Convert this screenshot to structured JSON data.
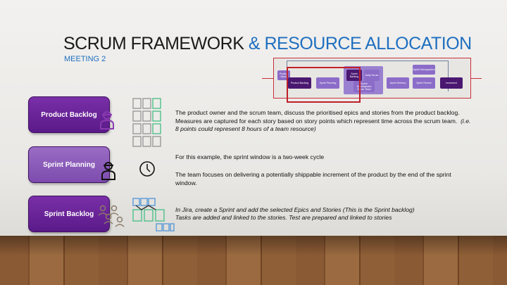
{
  "title": {
    "part1": "SCRUM FRAMEWORK ",
    "part2": "& RESOURCE ALLOCATION",
    "subtitle": "MEETING 2"
  },
  "diagram": {
    "labels": [
      "Product Vision",
      "Product Backlog",
      "Sprint Planning",
      "Sprint Backlog",
      "Daily Scrum",
      "Sprint Development Scrum Team",
      "Sprint Delivery",
      "Sprint Review",
      "Sprint Retrospective",
      "Increment"
    ]
  },
  "steps": [
    {
      "label": "Product Backlog",
      "text": "The product owner and the scrum team, discuss the prioritised epics and stories from the product backlog. Measures are captured for each story based on story points which represent time across the scrum team.",
      "note": "(i.e. 8 points could represent 8 hours of a team resource)"
    },
    {
      "label": "Sprint Planning",
      "text": "For this example, the sprint window is a two-week cycle",
      "text2": "The team focuses on delivering a potentially shippable increment of the product by the end of the sprint window."
    },
    {
      "label": "Sprint Backlog",
      "text": "In Jira, create a Sprint and add the selected Epics and Stories (This is the Sprint backlog)",
      "text2": "Tasks are added and linked to the stories. Test are prepared and linked to stories"
    }
  ],
  "colors": {
    "accent": "#1f6fc0",
    "purple": "#5a1a88"
  }
}
